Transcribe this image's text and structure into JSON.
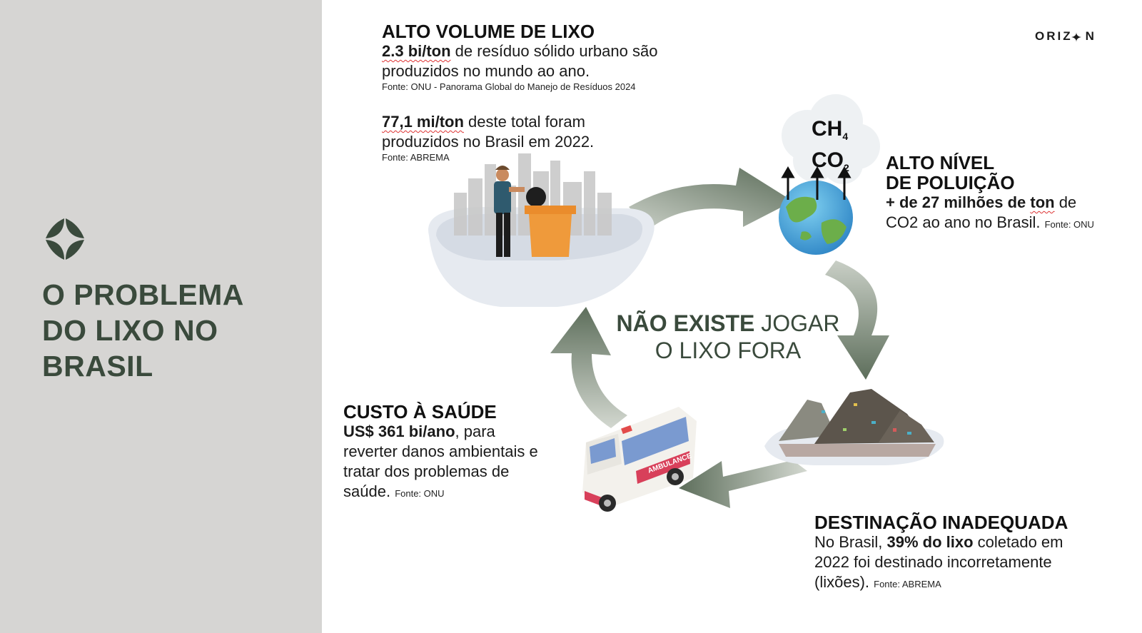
{
  "sidebar": {
    "title_lines": [
      "O PROBLEMA",
      "DO LIXO NO",
      "BRASIL"
    ],
    "logo_icon": "orizon-star-icon"
  },
  "brand": {
    "name": "ORIZ  N",
    "name_prefix": "ORIZ",
    "name_suffix": "N"
  },
  "volume": {
    "heading": "ALTO VOLUME DE LIXO",
    "line1_bold": "2.3 bi/ton",
    "line1_rest": " de resíduo sólido urbano são",
    "line2": "produzidos no mundo ao ano.",
    "source1": "Fonte: ONU - Panorama Global do Manejo de Resíduos 2024",
    "line3_bold": "77,1 mi/ton",
    "line3_rest": " deste total foram",
    "line4": "produzidos no Brasil em 2022.",
    "source2": "Fonte: ABREMA"
  },
  "pollution": {
    "heading1": "ALTO NÍVEL",
    "heading2": "DE POLUIÇÃO",
    "line1_bold_a": "+ de 27 milhões de ",
    "line1_bold_b": "ton",
    "line1_rest": " de",
    "line2": "CO2 ao ano no Brasil.",
    "source": "Fonte: ONU",
    "gas1_base": "CH",
    "gas1_sub": "4",
    "gas2_base": "CO",
    "gas2_sub": "2"
  },
  "center": {
    "bold": "NÃO EXISTE",
    "rest1": " JOGAR",
    "line2": "O LIXO FORA"
  },
  "destination": {
    "heading": "DESTINAÇÃO INADEQUADA",
    "line1_pre": "No Brasil, ",
    "line1_bold": "39% do lixo",
    "line1_rest": " coletado em",
    "line2": "2022 foi destinado incorretamente",
    "line3": "(lixões).",
    "source": "Fonte: ABREMA"
  },
  "health": {
    "heading": "CUSTO À SAÚDE",
    "line1_bold": "US$ 361 bi/ano",
    "line1_rest": ", para",
    "line2": "reverter danos ambientais e",
    "line3": "tratar dos problemas de",
    "line4": "saúde.",
    "source": "Fonte: ONU",
    "ambulance_label": "AMBULANCE"
  },
  "colors": {
    "sidebar_bg": "#d6d5d3",
    "title": "#3a4a3c",
    "arrow_green": "#5d6e5b",
    "bin_orange": "#ef9a3b"
  }
}
